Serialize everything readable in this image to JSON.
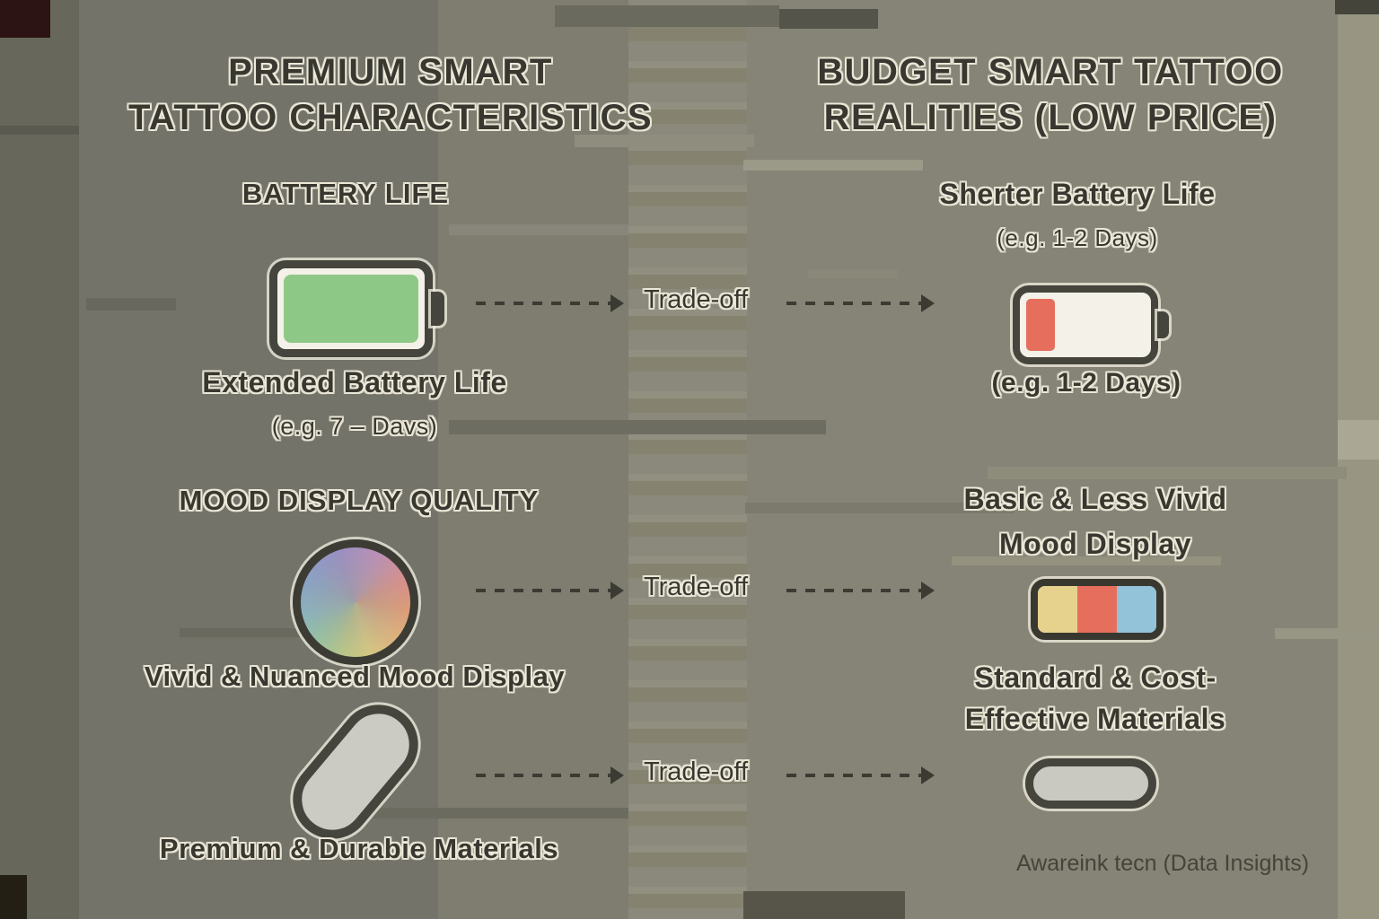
{
  "header": {
    "left_title_line1": "PREMIUM SMART",
    "left_title_line2": "TATTOO CHARACTERISTICS",
    "right_title_line1": "BUDGET SMART TATTOO",
    "right_title_line2": "REALITIES (LOW PRICE)"
  },
  "premium": {
    "battery_heading": "BATTERY LIFE",
    "battery_caption": "Extended Battery Life",
    "battery_example": "(e.g. 7 – Davs)",
    "mood_heading": "MOOD DISPLAY QUALITY",
    "mood_caption": "Vivid & Nuanced Mood Display",
    "materials_caption": "Premium & Durabie Materials"
  },
  "budget": {
    "battery_heading": "Sherter Battery Life",
    "battery_example_top": "(e.g. 1-2 Days)",
    "battery_example_bottom": "(e.g. 1-2 Days)",
    "mood_heading_line1": "Basic & Less Vivid",
    "mood_heading_line2": "Mood Display",
    "materials_heading_line1": "Standard & Cost-",
    "materials_heading_line2": "Effective Materials",
    "credit": "Awareink tecn (Data Insights)"
  },
  "tradeoffs": {
    "row1_label": "Trade-off",
    "row2_label": "Trade-off",
    "row3_label": "Trade-off"
  },
  "icons": {
    "full_battery": {
      "name": "full-battery-icon",
      "fill_color": "#8ec887"
    },
    "low_battery": {
      "name": "low-battery-icon",
      "fill_color": "#e66e5c"
    },
    "color_wheel": {
      "name": "color-wheel-icon"
    },
    "mood_swatch": {
      "name": "mood-swatch-icon",
      "colors": [
        "#e7d28d",
        "#e66e5c",
        "#93c3d9"
      ]
    },
    "capsule_premium": {
      "name": "capsule-diagonal-icon",
      "fill_color": "#cbcac3"
    },
    "capsule_budget": {
      "name": "capsule-horizontal-icon",
      "fill_color": "#c9c8c1"
    }
  }
}
